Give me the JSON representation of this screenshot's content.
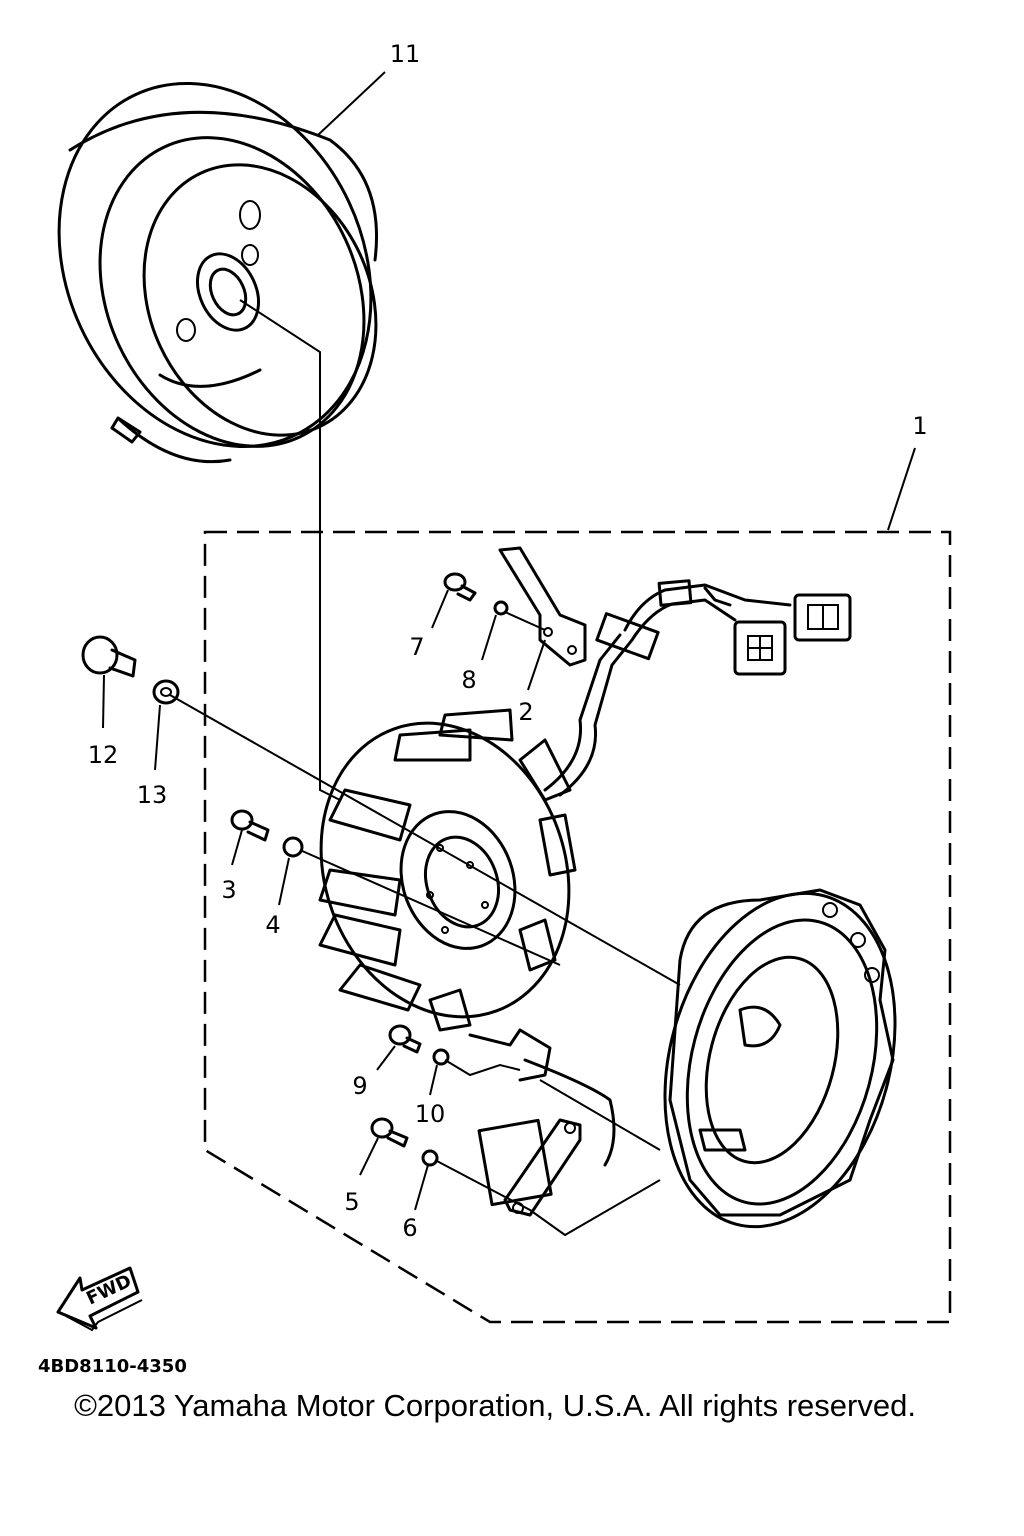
{
  "callouts": [
    {
      "id": "11",
      "text": "11"
    },
    {
      "id": "1",
      "text": "1"
    },
    {
      "id": "7",
      "text": "7"
    },
    {
      "id": "8",
      "text": "8"
    },
    {
      "id": "2",
      "text": "2"
    },
    {
      "id": "12",
      "text": "12"
    },
    {
      "id": "13",
      "text": "13"
    },
    {
      "id": "3",
      "text": "3"
    },
    {
      "id": "4",
      "text": "4"
    },
    {
      "id": "9",
      "text": "9"
    },
    {
      "id": "10",
      "text": "10"
    },
    {
      "id": "5",
      "text": "5"
    },
    {
      "id": "6",
      "text": "6"
    }
  ],
  "fwd_label": "FWD",
  "diagram_code": "4BD8110-4350",
  "copyright": "©2013 Yamaha Motor Corporation, U.S.A. All rights reserved."
}
